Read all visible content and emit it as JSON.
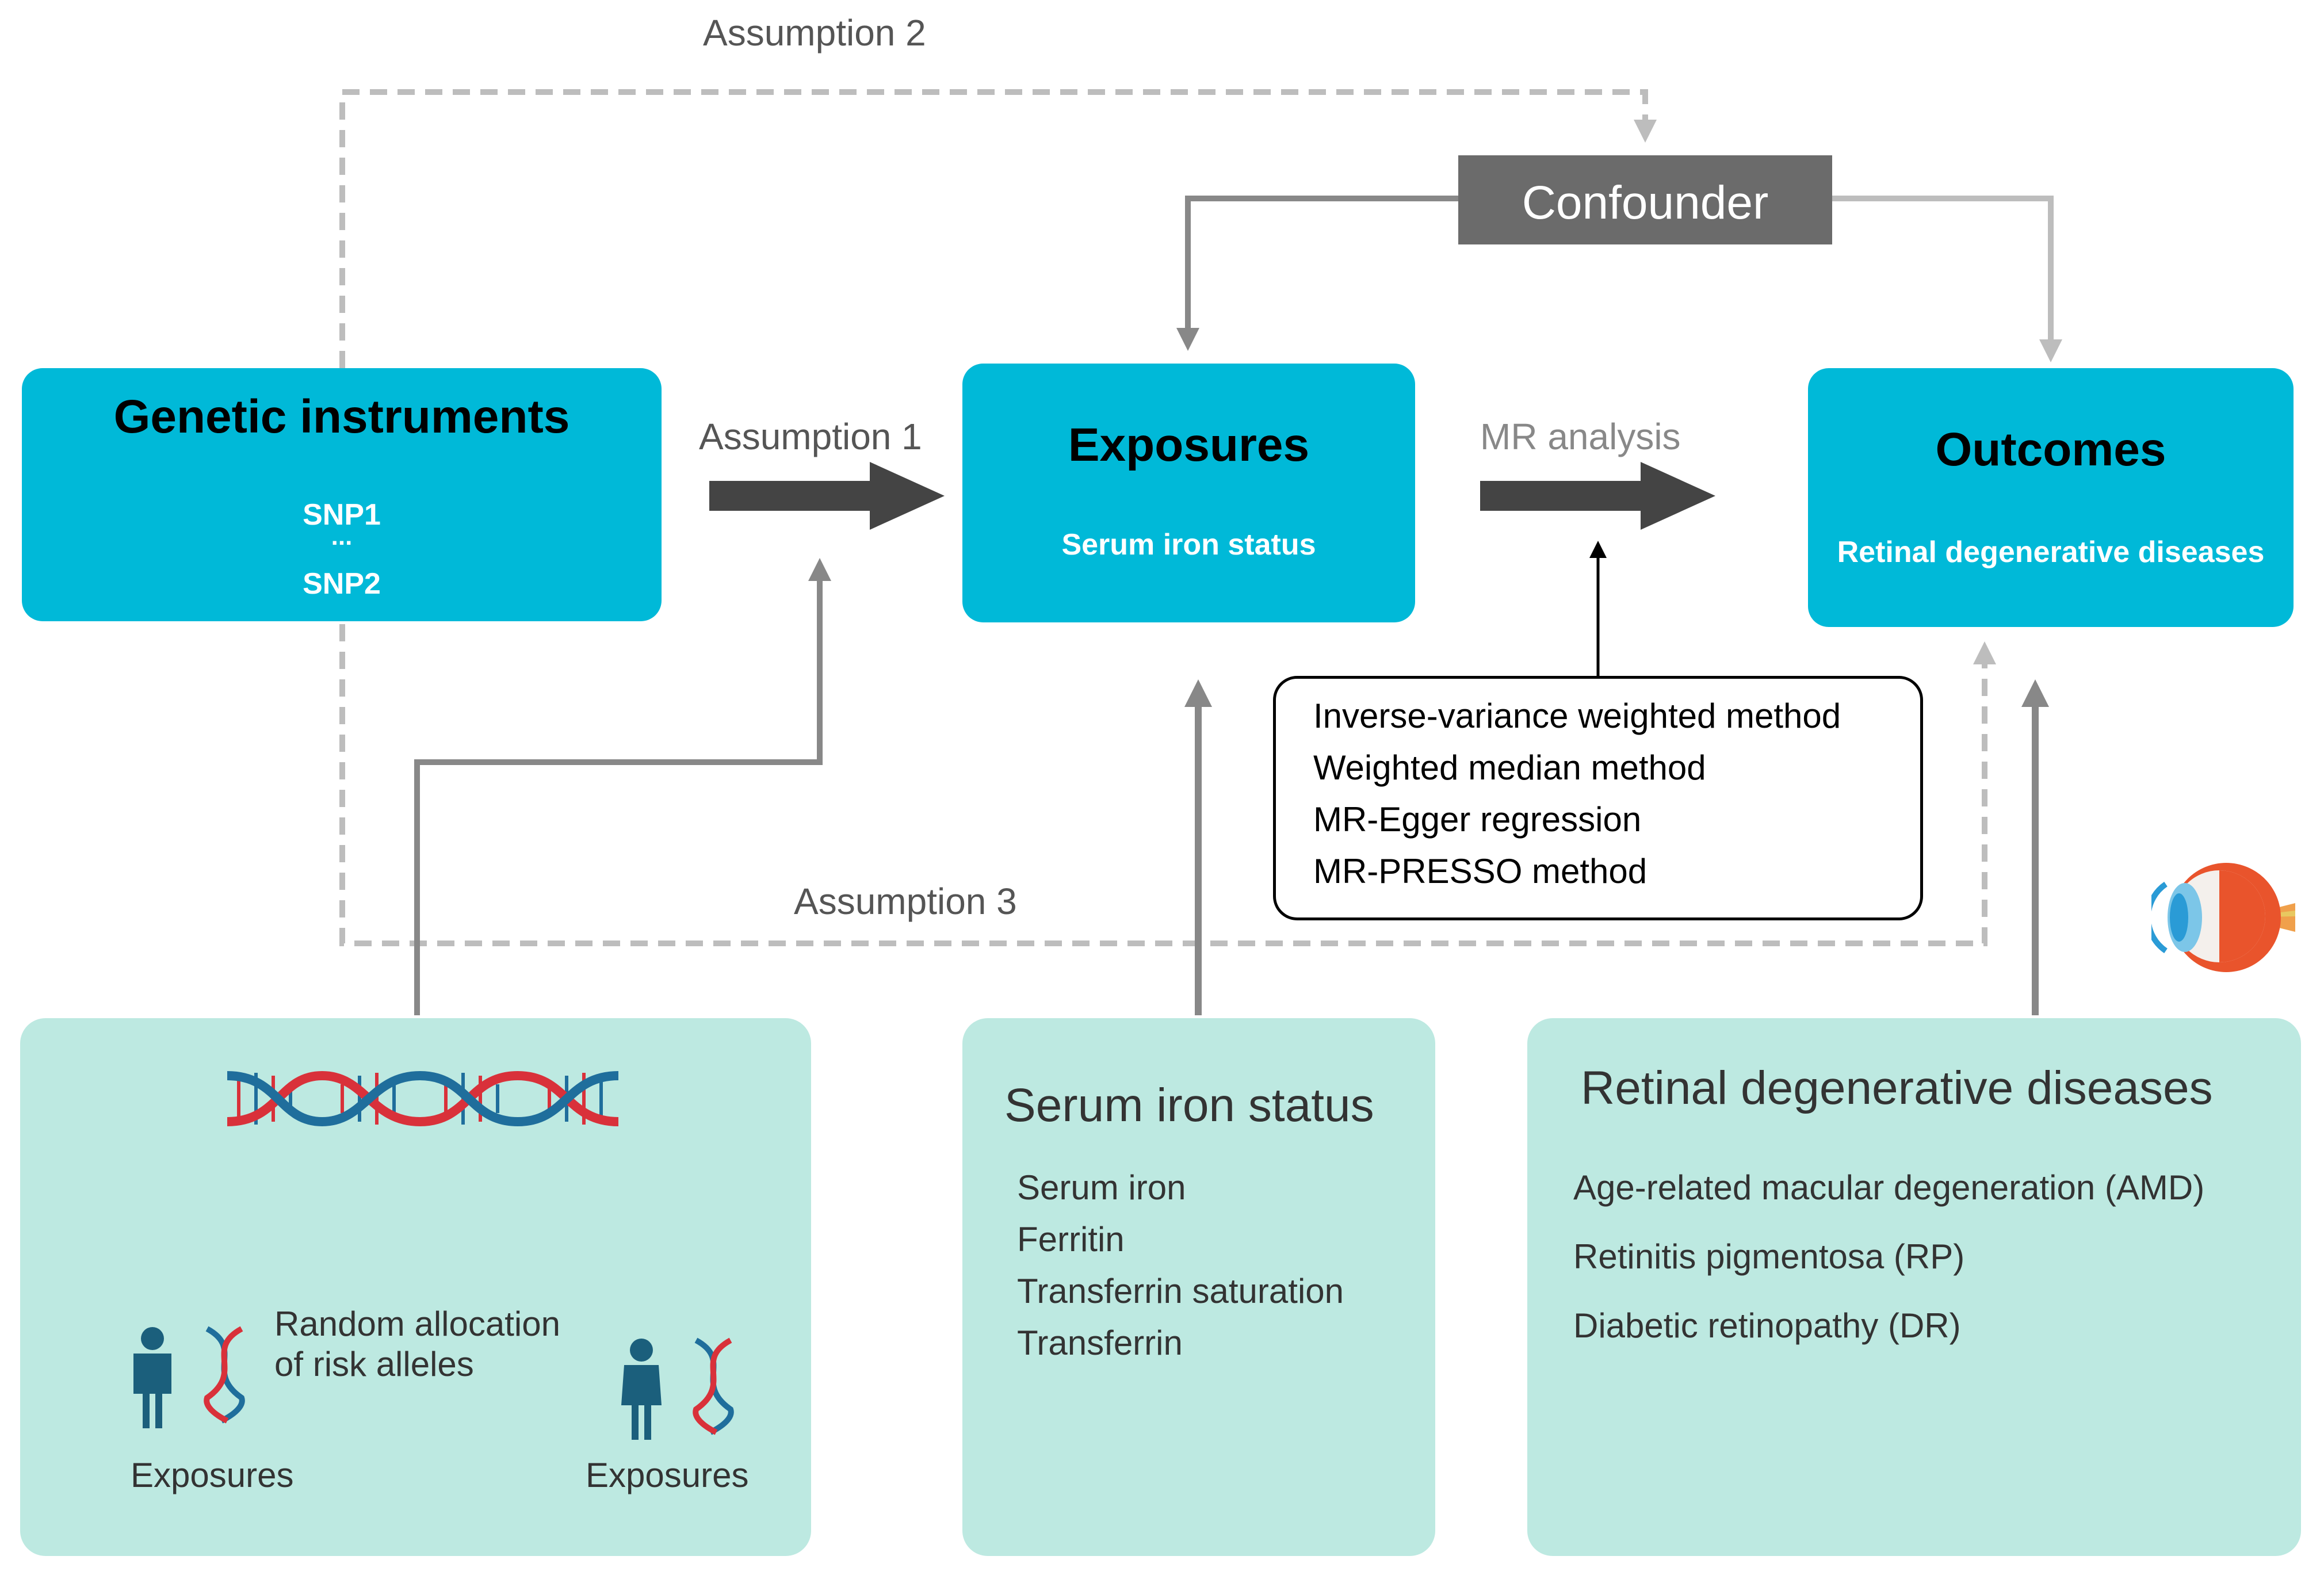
{
  "assumptions": {
    "a1": "Assumption 1",
    "a2": "Assumption 2",
    "a3": "Assumption 3"
  },
  "confounder": "Confounder",
  "mr_analysis": "MR analysis",
  "genetic": {
    "title": "Genetic instruments",
    "snp1": "SNP1",
    "dots": "...",
    "snp2": "SNP2"
  },
  "exposures": {
    "title": "Exposures",
    "subtitle": "Serum iron status"
  },
  "outcomes": {
    "title": "Outcomes",
    "subtitle": "Retinal degenerative diseases"
  },
  "methods": [
    "Inverse-variance weighted method",
    "Weighted median method",
    "MR-Egger regression",
    "MR-PRESSO method"
  ],
  "randomization": {
    "line1": "Random allocation",
    "line2": "of risk alleles",
    "left_label": "Exposures",
    "right_label": "Exposures"
  },
  "serum_panel": {
    "title": "Serum iron status",
    "items": [
      "Serum iron",
      "Ferritin",
      "Transferrin saturation",
      "Transferrin"
    ]
  },
  "retinal_panel": {
    "title": "Retinal degenerative diseases",
    "items": [
      "Age-related macular degeneration (AMD)",
      "Retinitis pigmentosa (RP)",
      "Diabetic retinopathy (DR)"
    ]
  },
  "colors": {
    "cyan_box": "#00b9d8",
    "mint_panel": "#bde9e1",
    "dark_arrow": "#444444",
    "gray_line": "#888888",
    "light_gray_line": "#b5b5b5",
    "confounder_box": "#6b6b6b",
    "dna_red": "#d9313a",
    "dna_blue": "#1f6e9c",
    "person": "#1b5f7c"
  },
  "icons": [
    "dna-helix-icon",
    "person-male-icon",
    "person-female-icon",
    "eye-icon"
  ]
}
